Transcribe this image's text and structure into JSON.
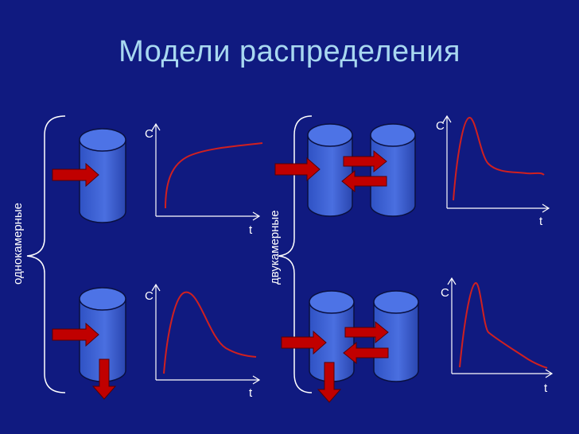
{
  "title": "Модели распределения",
  "groups": {
    "one_compartment": "однокамерные",
    "two_compartment": "двукамерные"
  },
  "axes": {
    "y": "C",
    "x": "t"
  },
  "colors": {
    "background": "#101a80",
    "title": "#a8d8f0",
    "cylinder_fill": "#3a5fd0",
    "cylinder_stroke": "#0a1040",
    "arrow": "#c00000",
    "curve": "#d02020",
    "axis": "#ffffff",
    "bracket": "#ffffff"
  },
  "icons": [
    "compartment-cylinder",
    "flow-arrow"
  ]
}
